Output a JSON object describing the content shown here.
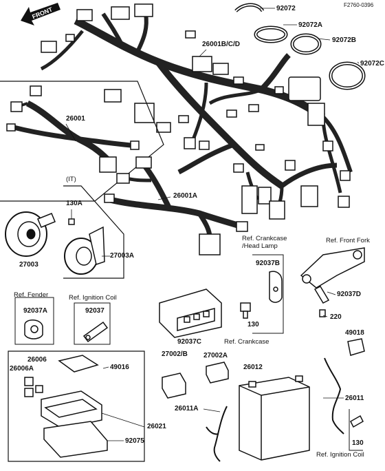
{
  "figure_code": "F2760-0396",
  "front_label": "FRONT",
  "parts": {
    "p92072": "92072",
    "p92072a": "92072A",
    "p92072b": "92072B",
    "p92072c": "92072C",
    "p26001bcd": "26001B/C/D",
    "p26001": "26001",
    "p26001a": "26001A",
    "p130a": "130A",
    "p27003": "27003",
    "p27003a": "27003A",
    "p92037a": "92037A",
    "p92037": "92037",
    "p92037b": "92037B",
    "p92037c": "92037C",
    "p92037d": "92037D",
    "p130_crank": "130",
    "p220": "220",
    "p49018": "49018",
    "p27002b": "27002/B",
    "p27002a": "27002A",
    "p26012": "26012",
    "p26006": "26006",
    "p26006a": "26006A",
    "p49016": "49016",
    "p26021": "26021",
    "p92075": "92075",
    "p26011a": "26011A",
    "p26011": "26011",
    "p130_ign": "130"
  },
  "refs": {
    "it": "(IT)",
    "fender": "Ref. Fender",
    "ignition_coil_1": "Ref. Ignition Coil",
    "crankcase_head_lamp": "Ref. Crankcase\n/Head Lamp",
    "front_fork": "Ref. Front Fork",
    "crankcase": "Ref. Crankcase",
    "ignition_coil_2": "Ref. Ignition Coil"
  }
}
